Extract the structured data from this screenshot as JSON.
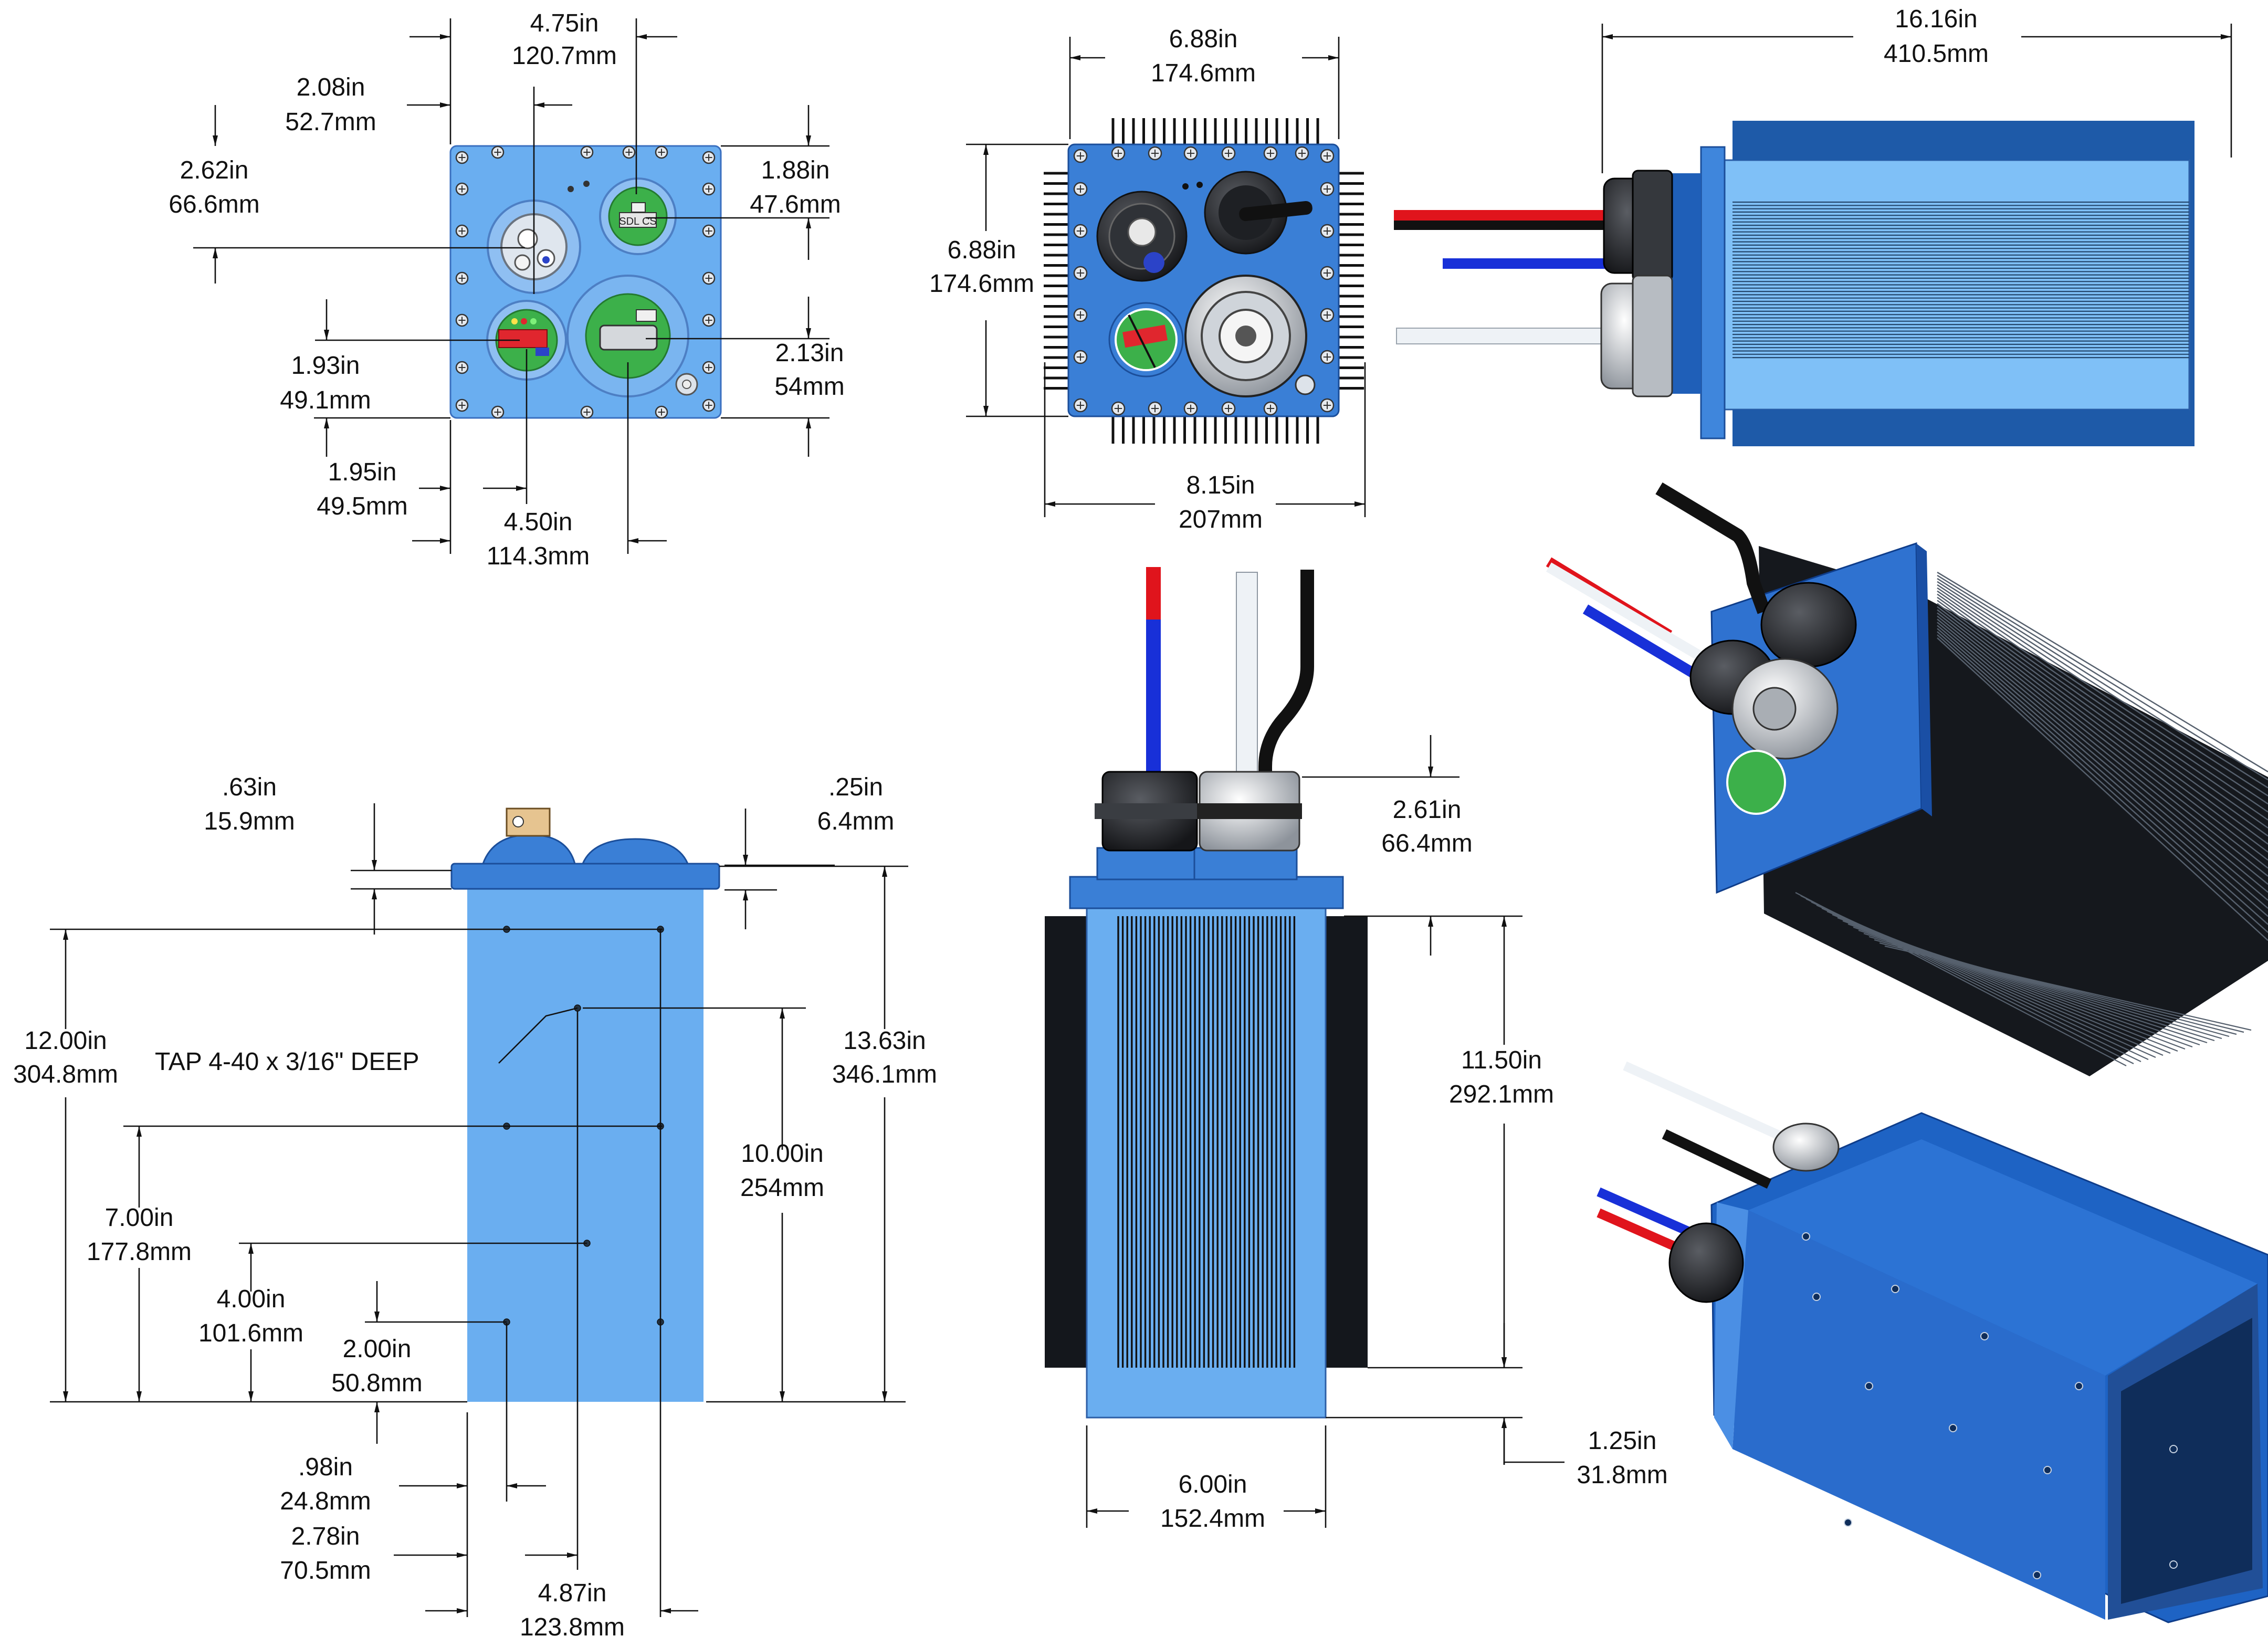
{
  "colors": {
    "body_light": "#6aaef0",
    "body_mid": "#3a7fd6",
    "body_dark": "#1f5fb8",
    "fin_black": "#15181d",
    "green_panel": "#3cb04a",
    "red_wire": "#e0141c",
    "blue_wire": "#1830d8",
    "white_wire": "#eef2f6",
    "black_wire": "#111111",
    "gland_dark": "#2c2e32",
    "gland_light": "#d9dde2"
  },
  "icons": [
    "screw-icon",
    "connector-icon",
    "cable-gland-icon",
    "led-indicator-icon"
  ],
  "views": {
    "front": {
      "overall_width": {
        "in": "4.75in",
        "mm": "120.7mm"
      },
      "conn_left_x": {
        "in": "2.08in",
        "mm": "52.7mm"
      },
      "conn_top_y": {
        "in": "2.62in",
        "mm": "66.6mm"
      },
      "conn_right_y": {
        "in": "1.88in",
        "mm": "47.6mm"
      },
      "led_y": {
        "in": "1.93in",
        "mm": "49.1mm"
      },
      "dsub_y": {
        "in": "2.13in",
        "mm": "54mm"
      },
      "led_x": {
        "in": "1.95in",
        "mm": "49.5mm"
      },
      "dsub_x": {
        "in": "4.50in",
        "mm": "114.3mm"
      },
      "sdl_label": "SDL CS"
    },
    "rear": {
      "width": {
        "in": "6.88in",
        "mm": "174.6mm"
      },
      "height": {
        "in": "6.88in",
        "mm": "174.6mm"
      },
      "fin_width": {
        "in": "8.15in",
        "mm": "207mm"
      }
    },
    "top": {
      "length": {
        "in": "16.16in",
        "mm": "410.5mm"
      }
    },
    "side": {
      "flange_top": {
        "in": ".63in",
        "mm": "15.9mm"
      },
      "flange_thk": {
        "in": ".25in",
        "mm": "6.4mm"
      },
      "hole_12": {
        "in": "12.00in",
        "mm": "304.8mm"
      },
      "tap_note": "TAP 4-40 x  3/16\" DEEP",
      "overall_len": {
        "in": "13.63in",
        "mm": "346.1mm"
      },
      "hole_10": {
        "in": "10.00in",
        "mm": "254mm"
      },
      "hole_7": {
        "in": "7.00in",
        "mm": "177.8mm"
      },
      "hole_4": {
        "in": "4.00in",
        "mm": "101.6mm"
      },
      "hole_2": {
        "in": "2.00in",
        "mm": "50.8mm"
      },
      "hole_98": {
        "in": ".98in",
        "mm": "24.8mm"
      },
      "hole_278": {
        "in": "2.78in",
        "mm": "70.5mm"
      },
      "hole_487": {
        "in": "4.87in",
        "mm": "123.8mm"
      }
    },
    "bottom": {
      "gland_h": {
        "in": "2.61in",
        "mm": "66.4mm"
      },
      "fin_len": {
        "in": "11.50in",
        "mm": "292.1mm"
      },
      "bottom_ext": {
        "in": "1.25in",
        "mm": "31.8mm"
      },
      "width": {
        "in": "6.00in",
        "mm": "152.4mm"
      }
    }
  }
}
